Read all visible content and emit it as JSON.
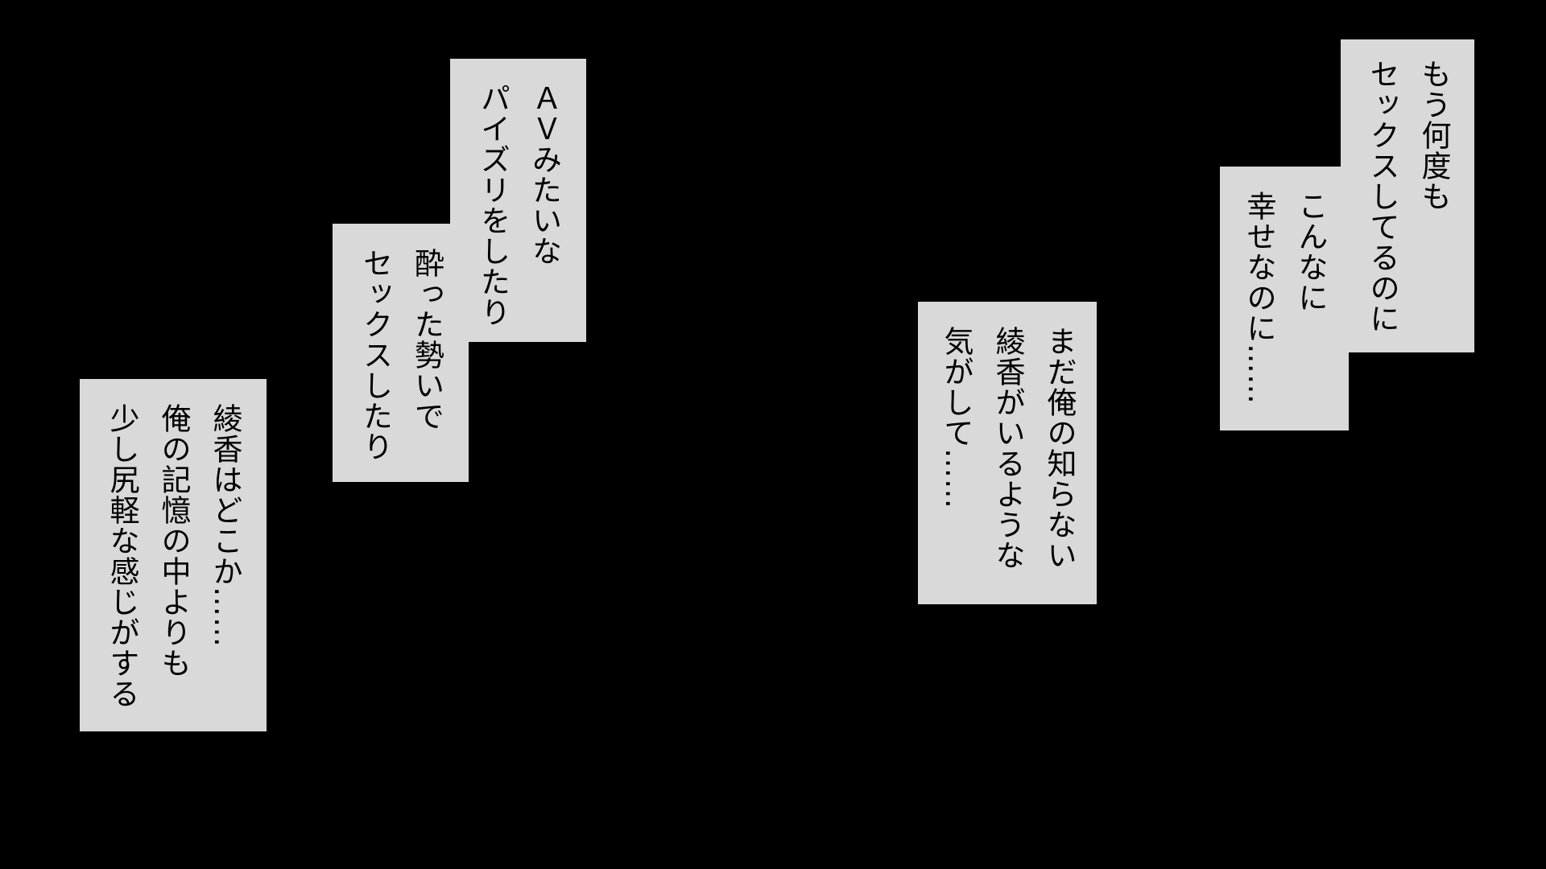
{
  "bubbles": [
    {
      "lines": [
        "綾香はどこか……",
        "俺の記憶の中よりも",
        "少し尻軽な感じがする"
      ]
    },
    {
      "lines": [
        "酔った勢いで",
        "セックスしたり"
      ]
    },
    {
      "lines": [
        "ＡＶみたいな",
        "パイズリをしたり"
      ]
    },
    {
      "lines": [
        "まだ俺の知らない",
        "綾香がいるような",
        "気がして……"
      ]
    },
    {
      "lines": [
        "こんなに",
        "幸せなのに……"
      ]
    },
    {
      "lines": [
        "もう何度も",
        "セックスしてるのに"
      ]
    }
  ],
  "colors": {
    "background": "#000000",
    "bubble": "#d9d9d9",
    "text": "#000000"
  }
}
